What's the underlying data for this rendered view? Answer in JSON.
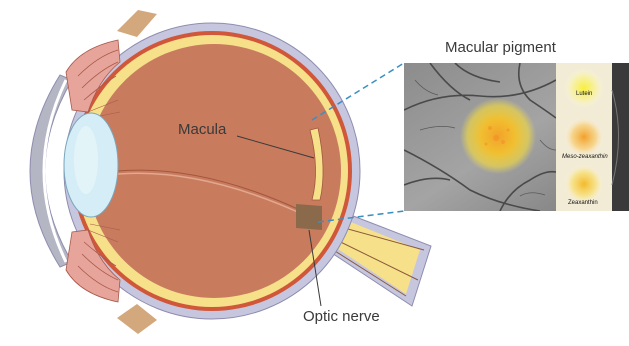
{
  "labels": {
    "macula": "Macula",
    "optic_nerve": "Optic nerve",
    "macular_pigment": "Macular pigment"
  },
  "pigments": {
    "lutein": "Lutein",
    "meso_zeaxanthin": "Meso-zeaxanthin",
    "zeaxanthin": "Zeaxanthin"
  },
  "colors": {
    "vitreous": "#c97b5e",
    "retina": "#f6e08a",
    "sclera": "#c7c6df",
    "choroid": "#d0573a",
    "lens": "#d4edf6",
    "cornea": "#b4b6c3",
    "leader_dashes": "#3a8fc2"
  }
}
